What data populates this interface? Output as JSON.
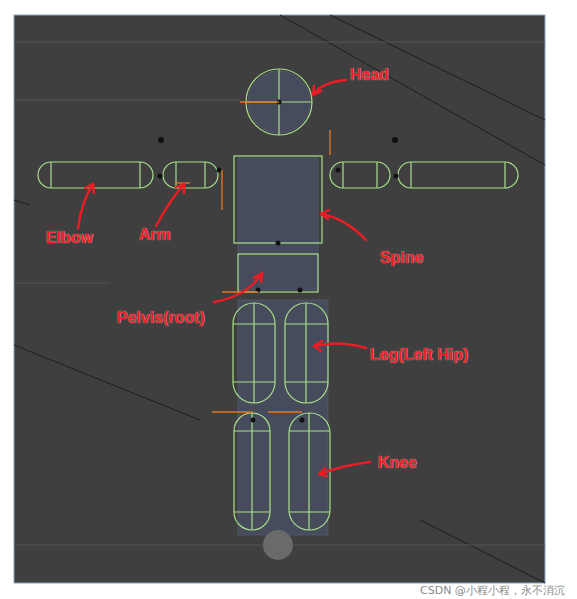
{
  "diagram": {
    "labels": [
      "Head",
      "Elbow",
      "Arm",
      "Spine",
      "Pelvis(root)",
      "Leg(Left Hip)",
      "Knee",
      "CSDN @小程小程，永不消沉"
    ]
  }
}
